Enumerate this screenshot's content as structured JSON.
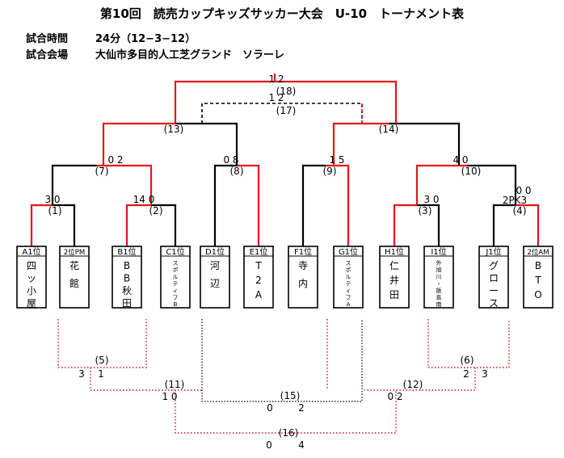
{
  "header": {
    "title": "第10回　読売カップキッズサッカー大会　U-10　トーナメント表",
    "time_label": "試合時間",
    "time_value": "24分（12−3−12）",
    "venue_label": "試合会場",
    "venue_value": "大仙市多目的人工芝グランド　ソラーレ"
  },
  "teams": [
    {
      "code": "A1位",
      "name": [
        "四",
        "ッ",
        "小",
        "屋"
      ]
    },
    {
      "code": "2位PM",
      "name": [
        "花",
        "館"
      ]
    },
    {
      "code": "B1位",
      "name": [
        "B",
        "B",
        "秋",
        "田"
      ]
    },
    {
      "code": "C1位",
      "name": [
        "ス",
        "ポ",
        "ル",
        "テ",
        "ィ",
        "フ",
        "B"
      ]
    },
    {
      "code": "D1位",
      "name": [
        "河",
        "辺"
      ]
    },
    {
      "code": "E1位",
      "name": [
        "T",
        "2",
        "A"
      ]
    },
    {
      "code": "F1位",
      "name": [
        "寺",
        "内"
      ]
    },
    {
      "code": "G1位",
      "name": [
        "ス",
        "ポ",
        "ル",
        "テ",
        "ィ",
        "フ",
        "A"
      ]
    },
    {
      "code": "H1位",
      "name": [
        "仁",
        "井",
        "田"
      ]
    },
    {
      "code": "I1位",
      "name": [
        "外",
        "旭",
        "川",
        "・",
        "飯",
        "島",
        "南"
      ]
    },
    {
      "code": "J1位",
      "name": [
        "グ",
        "ロ",
        "ー",
        "ス"
      ]
    },
    {
      "code": "2位AM",
      "name": [
        "B",
        "T",
        "O"
      ]
    }
  ],
  "matches": {
    "m1": {
      "label": "(1)",
      "score": "3  0"
    },
    "m2": {
      "label": "(2)",
      "score": "14  0"
    },
    "m3": {
      "label": "(3)",
      "score": "3  0"
    },
    "m4": {
      "label": "(4)",
      "score": "0  0",
      "pk": "2PK3"
    },
    "m5": {
      "label": "(5)",
      "score_left": "3",
      "score_right": "1"
    },
    "m6": {
      "label": "(6)",
      "score_left": "2",
      "score_right": "3"
    },
    "m7": {
      "label": "(7)",
      "score": "0  2"
    },
    "m8": {
      "label": "(8)",
      "score": "0  8"
    },
    "m9": {
      "label": "(9)",
      "score": "1  5"
    },
    "m10": {
      "label": "(10)",
      "score": "4  0"
    },
    "m11": {
      "label": "(11)",
      "score": "1  0"
    },
    "m12": {
      "label": "(12)",
      "score": "0  2"
    },
    "m13": {
      "label": "(13)"
    },
    "m14": {
      "label": "(14)"
    },
    "m15": {
      "label": "(15)",
      "score_left": "0",
      "score_right": "2"
    },
    "m16": {
      "label": "(16)",
      "score_left": "0",
      "score_right": "4"
    },
    "m17": {
      "label": "(17)",
      "score": "1  2"
    },
    "m18": {
      "label": "(18)",
      "score": "1  2"
    }
  },
  "colors": {
    "winner_line": "#e8141b",
    "loser_line": "#000000",
    "classification_line": "#c8141b"
  }
}
